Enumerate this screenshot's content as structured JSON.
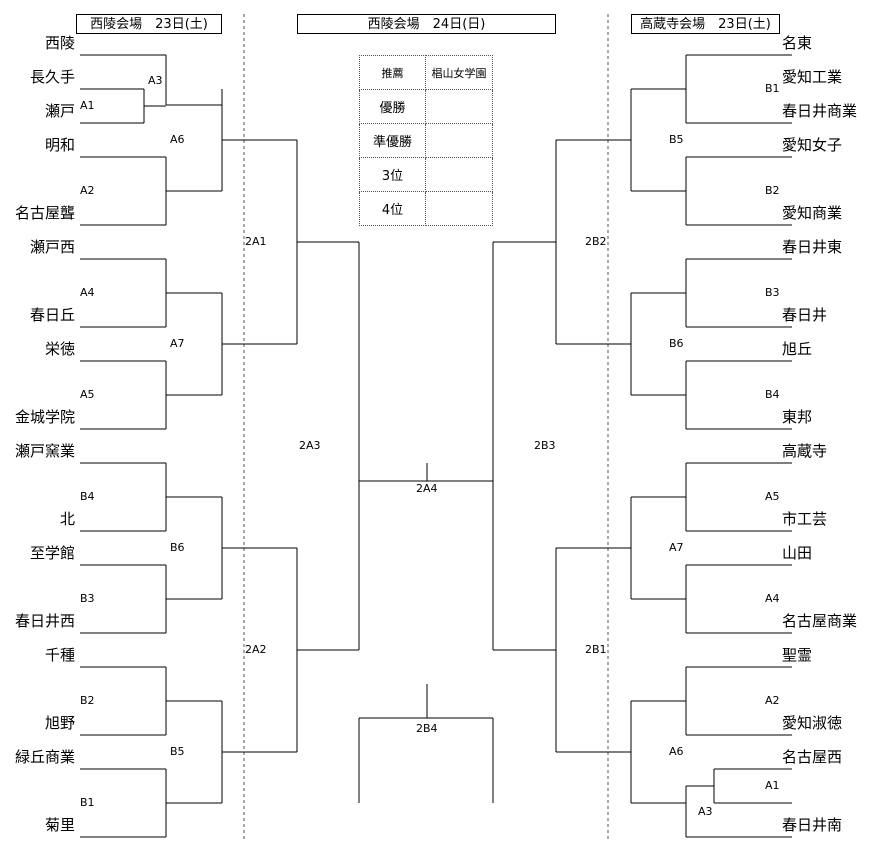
{
  "headers": {
    "left": "西陵会場　23日(土)",
    "center": "西陵会場　24日(日)",
    "right": "高蔵寺会場　23日(土)"
  },
  "results_table": {
    "rows": [
      [
        "推薦",
        "椙山女学園"
      ],
      [
        "優勝",
        ""
      ],
      [
        "準優勝",
        ""
      ],
      [
        "3位",
        ""
      ],
      [
        "4位",
        ""
      ]
    ]
  },
  "left_teams": [
    "西陵",
    "長久手",
    "瀬戸",
    "明和",
    "名古屋聾",
    "瀬戸西",
    "春日丘",
    "栄徳",
    "金城学院",
    "瀬戸窯業",
    "北",
    "至学館",
    "春日井西",
    "千種",
    "旭野",
    "緑丘商業",
    "菊里"
  ],
  "right_teams": [
    "名東",
    "愛知工業",
    "春日井商業",
    "愛知女子",
    "愛知商業",
    "春日井東",
    "春日井",
    "旭丘",
    "東邦",
    "高蔵寺",
    "市工芸",
    "山田",
    "名古屋商業",
    "聖霊",
    "愛知淑徳",
    "名古屋西",
    "春日井南"
  ],
  "match_codes": {
    "left": [
      "A3",
      "A1",
      "A6",
      "A2",
      "2A1",
      "A4",
      "A7",
      "A5",
      "2A3",
      "B4",
      "B6",
      "B3",
      "2A2",
      "B2",
      "B5",
      "B1"
    ],
    "right": [
      "B1",
      "B5",
      "B2",
      "2B2",
      "B3",
      "B6",
      "B4",
      "2B3",
      "A5",
      "A7",
      "A4",
      "2B1",
      "A2",
      "A6",
      "A1",
      "A3"
    ],
    "center": [
      "2A4",
      "2B4"
    ]
  }
}
